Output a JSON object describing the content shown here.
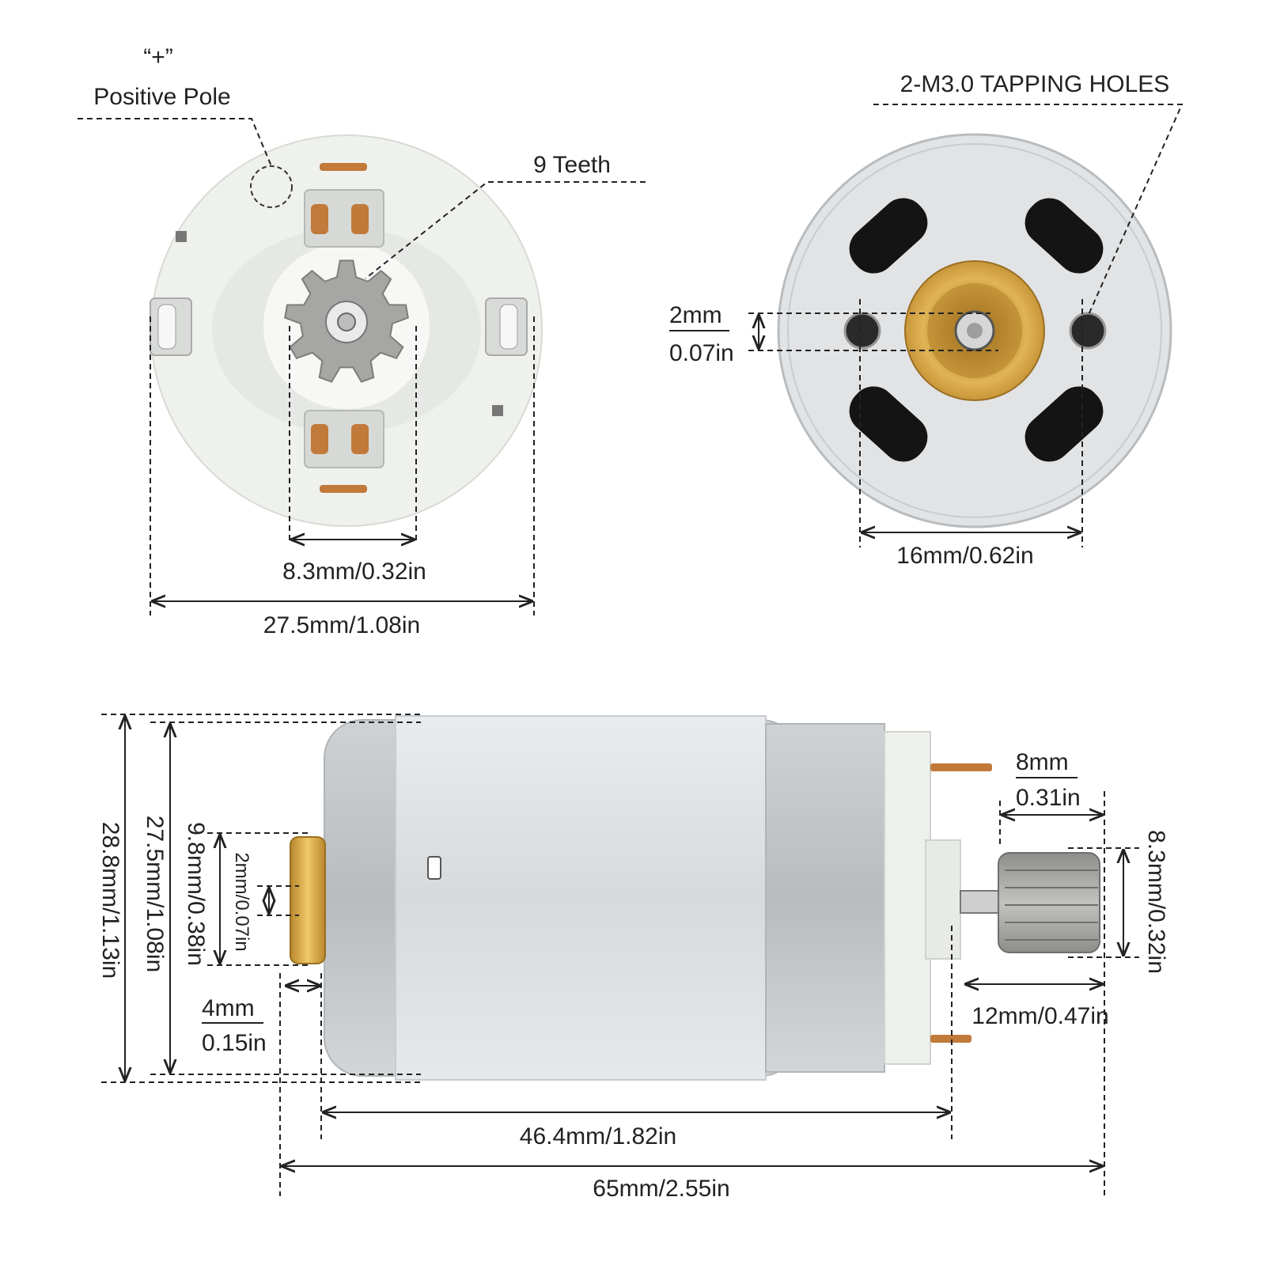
{
  "front_view": {
    "positive_symbol": "“+”",
    "positive_label": "Positive Pole",
    "teeth_label": "9 Teeth",
    "gear_width": "8.3mm/0.32in",
    "body_width": "27.5mm/1.08in"
  },
  "rear_view": {
    "holes_label": "2-M3.0 TAPPING HOLES",
    "shaft_mm": "2mm",
    "shaft_in": "0.07in",
    "hole_spacing": "16mm/0.62in"
  },
  "side_view": {
    "outer_height": "28.8mm/1.13in",
    "body_height": "27.5mm/1.08in",
    "boss_height": "9.8mm/0.38in",
    "shaft_dia": "2mm/0.07in",
    "boss_len_mm": "4mm",
    "boss_len_in": "0.15in",
    "body_len": "46.4mm/1.82in",
    "total_len": "65mm/2.55in",
    "gear_len_mm": "8mm",
    "gear_len_in": "0.31in",
    "gear_height": "8.3mm/0.32in",
    "shaft_len": "12mm/0.47in"
  },
  "colors": {
    "plastic": "#eef0ec",
    "gear": "#a8a8a6",
    "copper": "#c17a3a",
    "brass": "#d9a947",
    "can": "#dfe3e6",
    "line": "#222222"
  }
}
